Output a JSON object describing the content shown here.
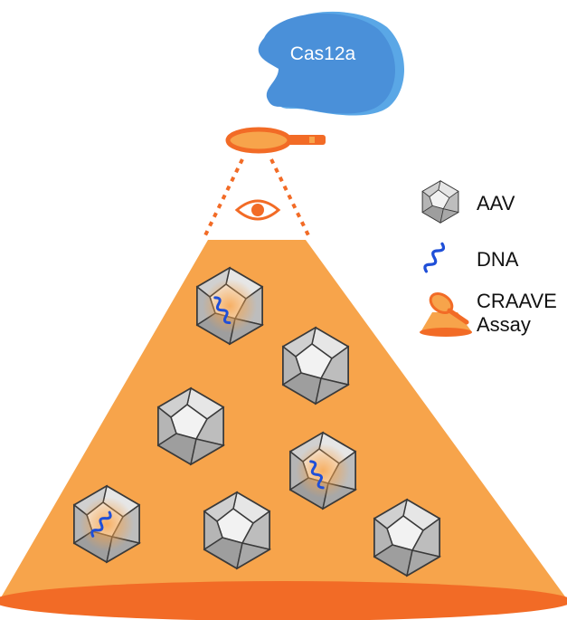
{
  "enzyme": {
    "label": "Cas12a",
    "color": "#4a90d9",
    "shadow_color": "#5aa7e6"
  },
  "legend": {
    "items": [
      {
        "label": "AAV",
        "icon": "aav-capsid-icon"
      },
      {
        "label": "DNA",
        "icon": "dna-strand-icon"
      },
      {
        "label_lines": [
          "CRAAVE",
          "Assay"
        ],
        "icon": "craave-assay-icon"
      }
    ]
  },
  "assay": {
    "cone_color": "#f7a44b",
    "accent_color": "#f26b26",
    "dna_color": "#1f4fd8"
  },
  "capsids": [
    {
      "id": "aav-1",
      "has_dna": true
    },
    {
      "id": "aav-2",
      "has_dna": false
    },
    {
      "id": "aav-3",
      "has_dna": false
    },
    {
      "id": "aav-4",
      "has_dna": true
    },
    {
      "id": "aav-5",
      "has_dna": true
    },
    {
      "id": "aav-6",
      "has_dna": false
    },
    {
      "id": "aav-7",
      "has_dna": false
    }
  ]
}
